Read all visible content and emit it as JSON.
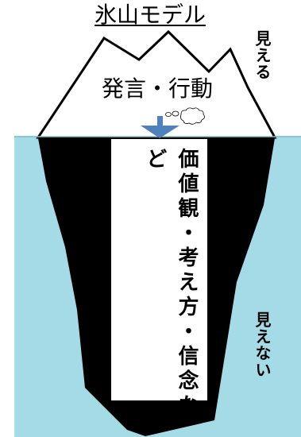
{
  "diagram": {
    "title": "氷山モデル",
    "tip_label": "発言・行動",
    "underwater_label": "価値観・考え方・信念など",
    "visible_label": "見える",
    "invisible_label": "見えない"
  },
  "colors": {
    "water": "#a5dbe7",
    "iceberg_dark": "#000000",
    "iceberg_tip": "#ffffff",
    "arrow": "#4f81bd"
  }
}
